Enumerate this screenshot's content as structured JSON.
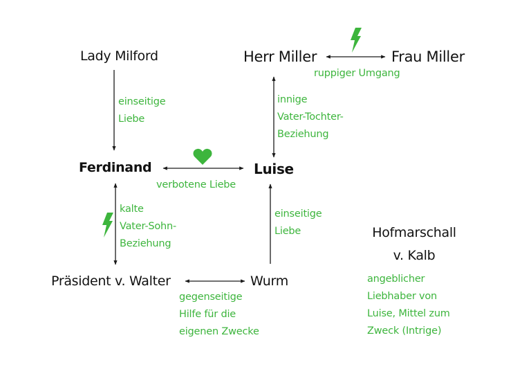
{
  "diagram": {
    "colors": {
      "text": "#111111",
      "accent": "#3db53d",
      "line": "#1a1a1a"
    },
    "nodes": {
      "lady_milford": "Lady Milford",
      "herr_miller": "Herr Miller",
      "frau_miller": "Frau Miller",
      "ferdinand": "Ferdinand",
      "luise": "Luise",
      "praesident": "Präsident v. Walter",
      "wurm": "Wurm",
      "hofmarschall_line1": "Hofmarschall",
      "hofmarschall_line2": "v. Kalb"
    },
    "relations": {
      "milford_ferdinand": [
        "einseitige",
        "Liebe"
      ],
      "miller_frau": [
        "ruppiger Umgang"
      ],
      "miller_luise": [
        "innige",
        "Vater-Tochter-",
        "Beziehung"
      ],
      "ferdinand_luise": [
        "verbotene Liebe"
      ],
      "ferdinand_praesident": [
        "kalte",
        "Vater-Sohn-",
        "Beziehung"
      ],
      "wurm_luise": [
        "einseitige",
        "Liebe"
      ],
      "praesident_wurm": [
        "gegenseitige",
        "Hilfe für die",
        "eigenen Zwecke"
      ],
      "kalb_note": [
        "angeblicher",
        "Liebhaber von",
        "Luise, Mittel zum",
        "Zweck (Intrige)"
      ]
    },
    "icons": {
      "miller_conflict": "lightning-icon",
      "ferdinand_luise_love": "heart-icon",
      "father_son_conflict": "lightning-icon"
    }
  }
}
